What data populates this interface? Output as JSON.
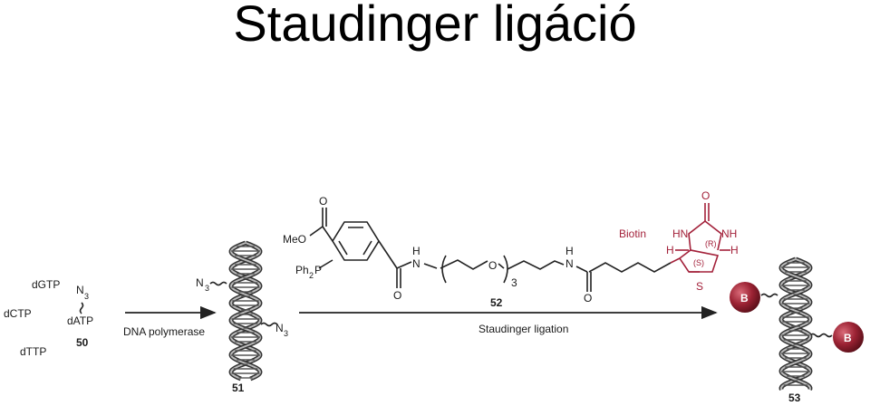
{
  "title": "Staudinger ligáció",
  "nucleotides": [
    "dGTP",
    "dCTP",
    "dATP",
    "dTTP"
  ],
  "azide_label_main": "N",
  "azide_sub": "3",
  "compound_50": "50",
  "compound_51": "51",
  "compound_52": "52",
  "compound_53": "53",
  "arrow1_label": "DNA polymerase",
  "arrow2_label": "Staudinger ligation",
  "meo_label": "MeO",
  "o_label": "O",
  "ph2p_main": "Ph",
  "ph2p_sub": "2",
  "ph2p_p": "P",
  "h_label": "H",
  "n_label": "N",
  "peg_o": "O",
  "peg_repeat": "3",
  "biotin_label": "Biotin",
  "hn_label": "HN",
  "nh_label": "NH",
  "r_label": "(R)",
  "s_label": "(S)",
  "s_atom": "S",
  "biotin_h": "H",
  "bead_label": "B",
  "colors": {
    "biotin": "#a3213a",
    "bead": "#8b1a2a",
    "ink": "#1a1a1a"
  }
}
